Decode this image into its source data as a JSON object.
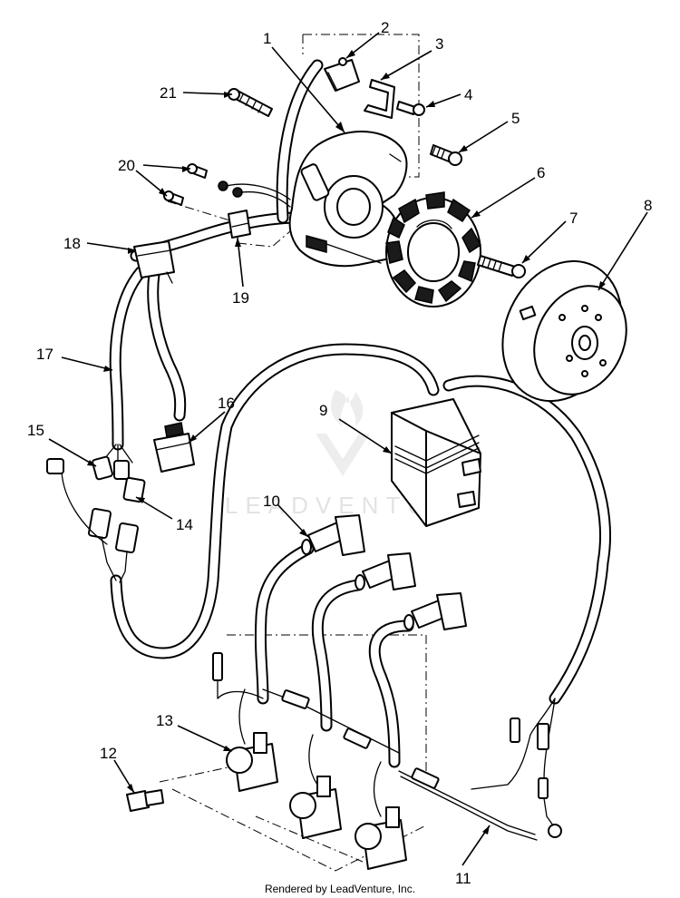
{
  "callouts": [
    {
      "id": "1",
      "label": "1"
    },
    {
      "id": "2",
      "label": "2"
    },
    {
      "id": "3",
      "label": "3"
    },
    {
      "id": "4",
      "label": "4"
    },
    {
      "id": "5",
      "label": "5"
    },
    {
      "id": "6",
      "label": "6"
    },
    {
      "id": "7",
      "label": "7"
    },
    {
      "id": "8",
      "label": "8"
    },
    {
      "id": "9",
      "label": "9"
    },
    {
      "id": "10",
      "label": "10"
    },
    {
      "id": "11",
      "label": "11"
    },
    {
      "id": "12",
      "label": "12"
    },
    {
      "id": "13",
      "label": "13"
    },
    {
      "id": "14",
      "label": "14"
    },
    {
      "id": "15",
      "label": "15"
    },
    {
      "id": "16",
      "label": "16"
    },
    {
      "id": "17",
      "label": "17"
    },
    {
      "id": "18",
      "label": "18"
    },
    {
      "id": "19",
      "label": "19"
    },
    {
      "id": "20",
      "label": "20"
    },
    {
      "id": "21",
      "label": "21"
    }
  ],
  "watermark": "LEADVENTURE",
  "footer": "Rendered by LeadVenture, Inc.",
  "colors": {
    "line": "#000000",
    "background": "#ffffff",
    "watermark": "#e3e3e3"
  }
}
